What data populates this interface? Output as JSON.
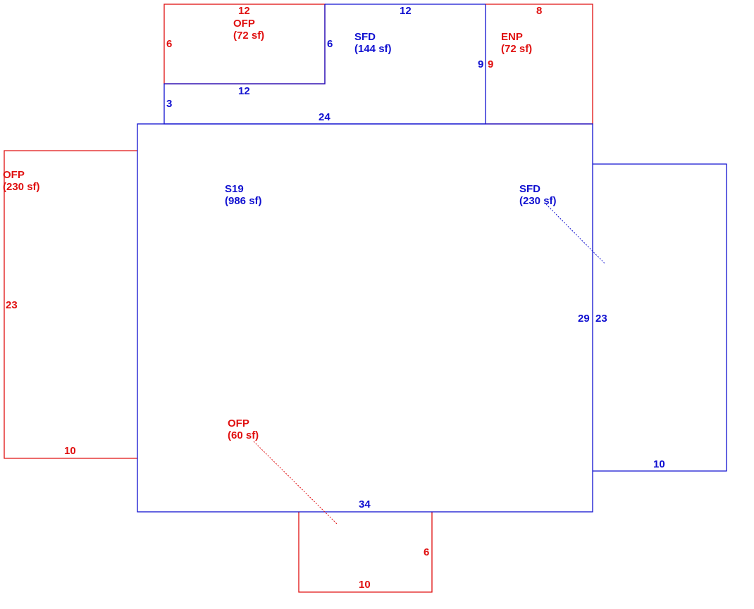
{
  "colors": {
    "living_area": "#1010d0",
    "porch": "#e01010",
    "background": "#ffffff"
  },
  "areas": {
    "main": {
      "code": "S19",
      "area": "(986 sf)"
    },
    "upper_sfd": {
      "code": "SFD",
      "area": "(144 sf)"
    },
    "upper_ofp": {
      "code": "OFP",
      "area": "(72 sf)"
    },
    "enp": {
      "code": "ENP",
      "area": "(72 sf)"
    },
    "left_ofp": {
      "code": "OFP",
      "area": "(230 sf)"
    },
    "right_sfd": {
      "code": "SFD",
      "area": "(230 sf)"
    },
    "bottom_ofp": {
      "code": "OFP",
      "area": "(60 sf)"
    }
  },
  "dimensions": {
    "upper_ofp_top": "12",
    "upper_ofp_left": "6",
    "upper_ofp_right": "6",
    "upper_ofp_bottom": "12",
    "upper_sfd_top": "12",
    "upper_sfd_right": "9",
    "upper_sfd_left": "3",
    "upper_sfd_bottom": "24",
    "enp_top": "8",
    "enp_left": "9",
    "left_ofp_side": "23",
    "left_ofp_bottom": "10",
    "main_right": "29",
    "main_bottom": "34",
    "right_sfd_side": "23",
    "right_sfd_bottom": "10",
    "bottom_ofp_side": "6",
    "bottom_ofp_bottom": "10"
  }
}
